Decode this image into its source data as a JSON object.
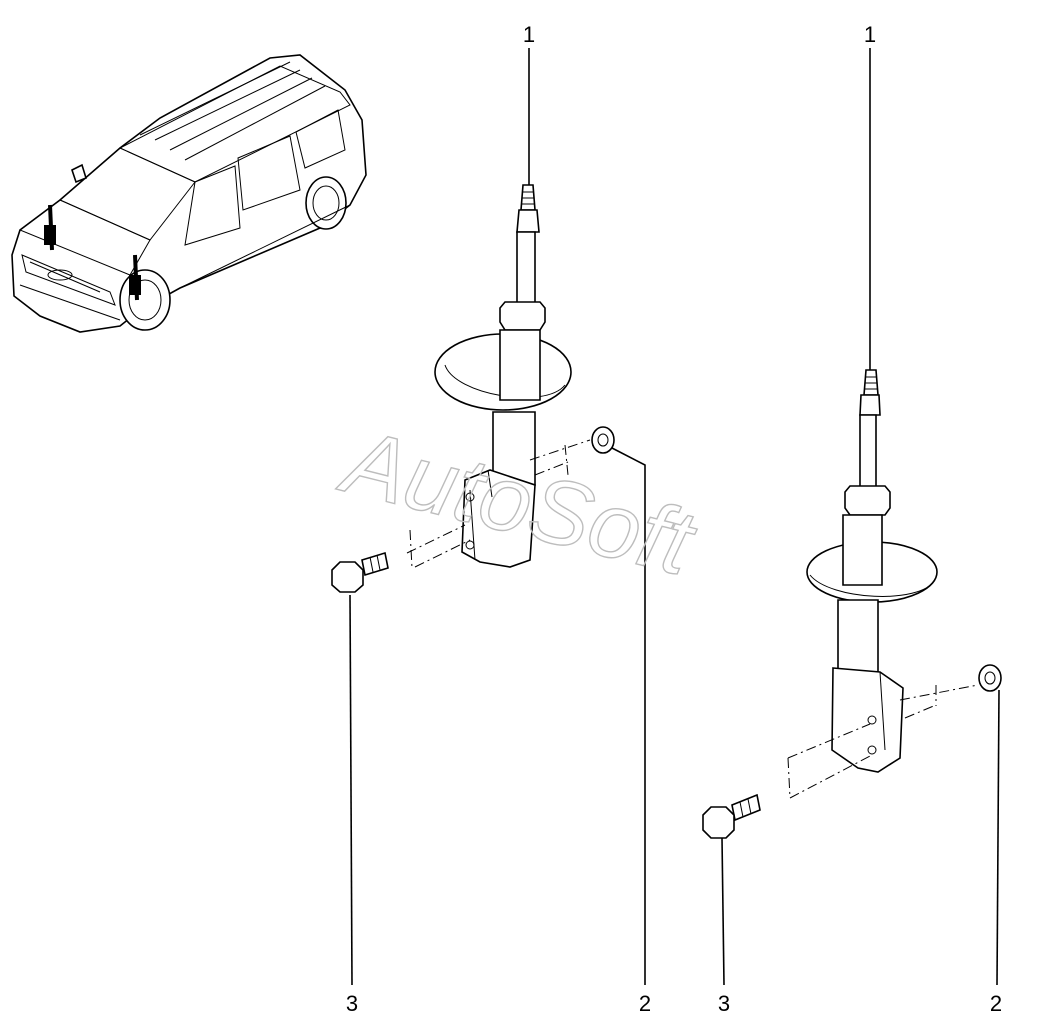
{
  "diagram": {
    "watermark": "AutoSoft",
    "callouts": {
      "left_strut_top": "1",
      "right_strut_top": "1",
      "left_nut": "2",
      "right_nut": "2",
      "left_bolt": "3",
      "right_bolt": "3"
    }
  }
}
